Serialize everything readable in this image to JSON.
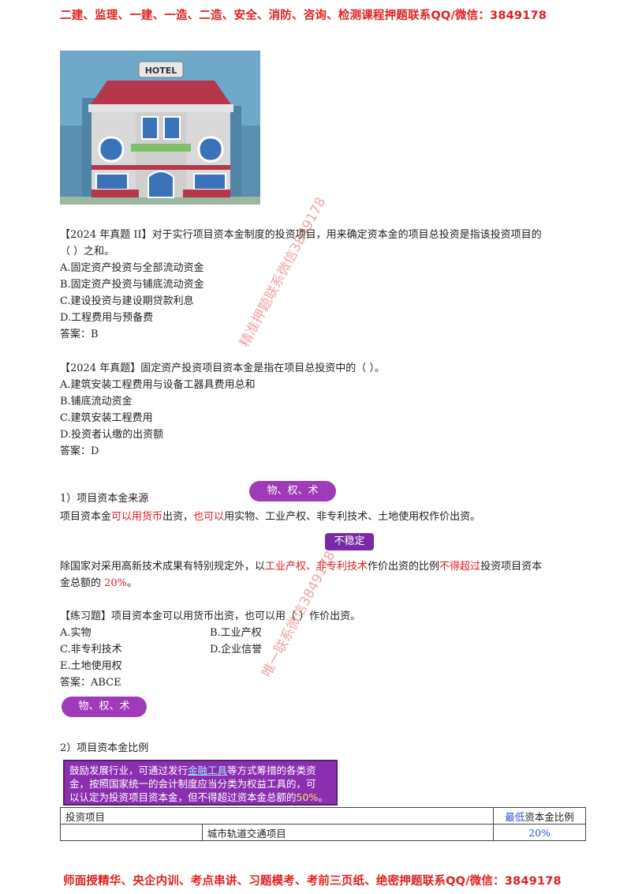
{
  "header_banner": "二建、监理、一建、一造、二造、安全、消防、咨询、检测课程押题联系QQ/微信：3849178",
  "footer_banner": "师面授精华、央企内训、考点串讲、习题模考、考前三页纸、绝密押题联系QQ/微信：3849178",
  "hotel_image": {
    "sign_text": "HOTEL"
  },
  "watermarks": [
    "精准押题联系微信3849178",
    "唯一联系微信3849178"
  ],
  "question1": {
    "stem_line1": "【2024 年真题 II】对于实行项目资本金制度的投资项目，用来确定资本金的项目总投资是指该投资项目的",
    "stem_line2": "（    ）之和。",
    "options": [
      "A.固定资产投资与全部流动资金",
      "B.固定资产投资与铺底流动资金",
      "C.建设投资与建设期贷款利息",
      "D.工程费用与预备费"
    ],
    "answer": "答案：B"
  },
  "question2": {
    "stem": "【2024 年真题】固定资产投资项目资本金是指在项目总投资中的（    ）。",
    "options": [
      "A.建筑安装工程费用与设备工器具费用总和",
      "B.铺底流动资金",
      "C.建筑安装工程费用",
      "D.投资者认缴的出资额"
    ],
    "answer": "答案：D"
  },
  "section1": {
    "heading": "1）项目资本金来源",
    "pill_label": "物、权、术",
    "tag_label": "不稳定",
    "para1": {
      "a": "项目资本金",
      "b": "可以用",
      "c": "货币",
      "d": "出资，",
      "e": "也可以",
      "f": "用实物、工业产权、非专利技术、土地使用权作价出资。"
    },
    "para2": {
      "a": "除国家对采用高新技术成果有特别规定外，以",
      "b": "工业产权、非专利技术",
      "c": "作价出资的比例",
      "d": "不得超过",
      "e": "投资项目资本",
      "line2_a": "金总额的 ",
      "line2_b": "20%",
      "line2_c": "。"
    }
  },
  "practice": {
    "stem": "【练习题】项目资本金可以用货币出资，也可以用（  ）作价出资。",
    "options": [
      "A.实物",
      "B.工业产权",
      "C.非专利技术",
      "D.企业信誉",
      "E.土地使用权"
    ],
    "answer": "答案：ABCE",
    "pill_label": "物、权、术"
  },
  "section2": {
    "heading": "2）项目资本金比例",
    "callout": {
      "l1_a": "鼓励发展行业，可通过发行",
      "l1_b": "金融工具",
      "l1_c": "等方式筹措的各类资",
      "l2": "金，按照国家统一的会计制度应当分类为权益工具的，可",
      "l3_a": "以认定为投资项目资本金，但不得超过资本金总额的",
      "l3_b": "50%",
      "l3_c": "。"
    },
    "table": {
      "header_left": "投资项目",
      "header_right_a": "最低",
      "header_right_b": "资本金比例",
      "row_project": "城市轨道交通项目",
      "row_ratio": "20%"
    }
  }
}
